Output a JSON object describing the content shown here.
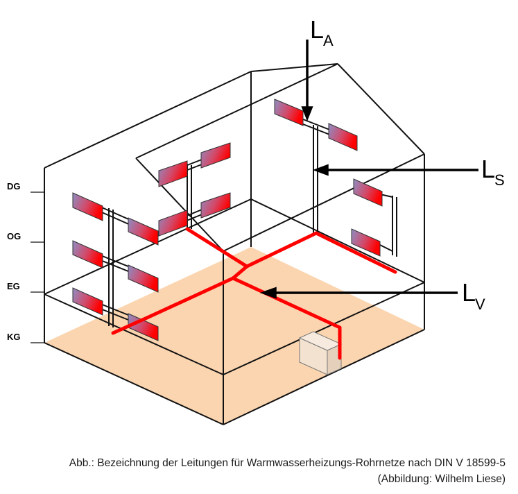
{
  "diagram": {
    "floors": {
      "dg": "DG",
      "og": "OG",
      "eg": "EG",
      "kg": "KG"
    },
    "pipe_labels": {
      "a": {
        "main": "L",
        "sub": "A"
      },
      "s": {
        "main": "L",
        "sub": "S"
      },
      "v": {
        "main": "L",
        "sub": "V"
      }
    },
    "colors": {
      "pipe": "#ff0000",
      "floor_fill": "#fbd5b0",
      "radiator_start": "#ff0000",
      "radiator_end": "#8888bb",
      "boiler": "#f3e2cf"
    }
  },
  "caption": {
    "line1": "Abb.: Bezeichnung der Leitungen für Warmwasserheizungs-Rohrnetze nach DIN V 18599-5",
    "line2": "(Abbildung: Wilhelm Liese)"
  }
}
